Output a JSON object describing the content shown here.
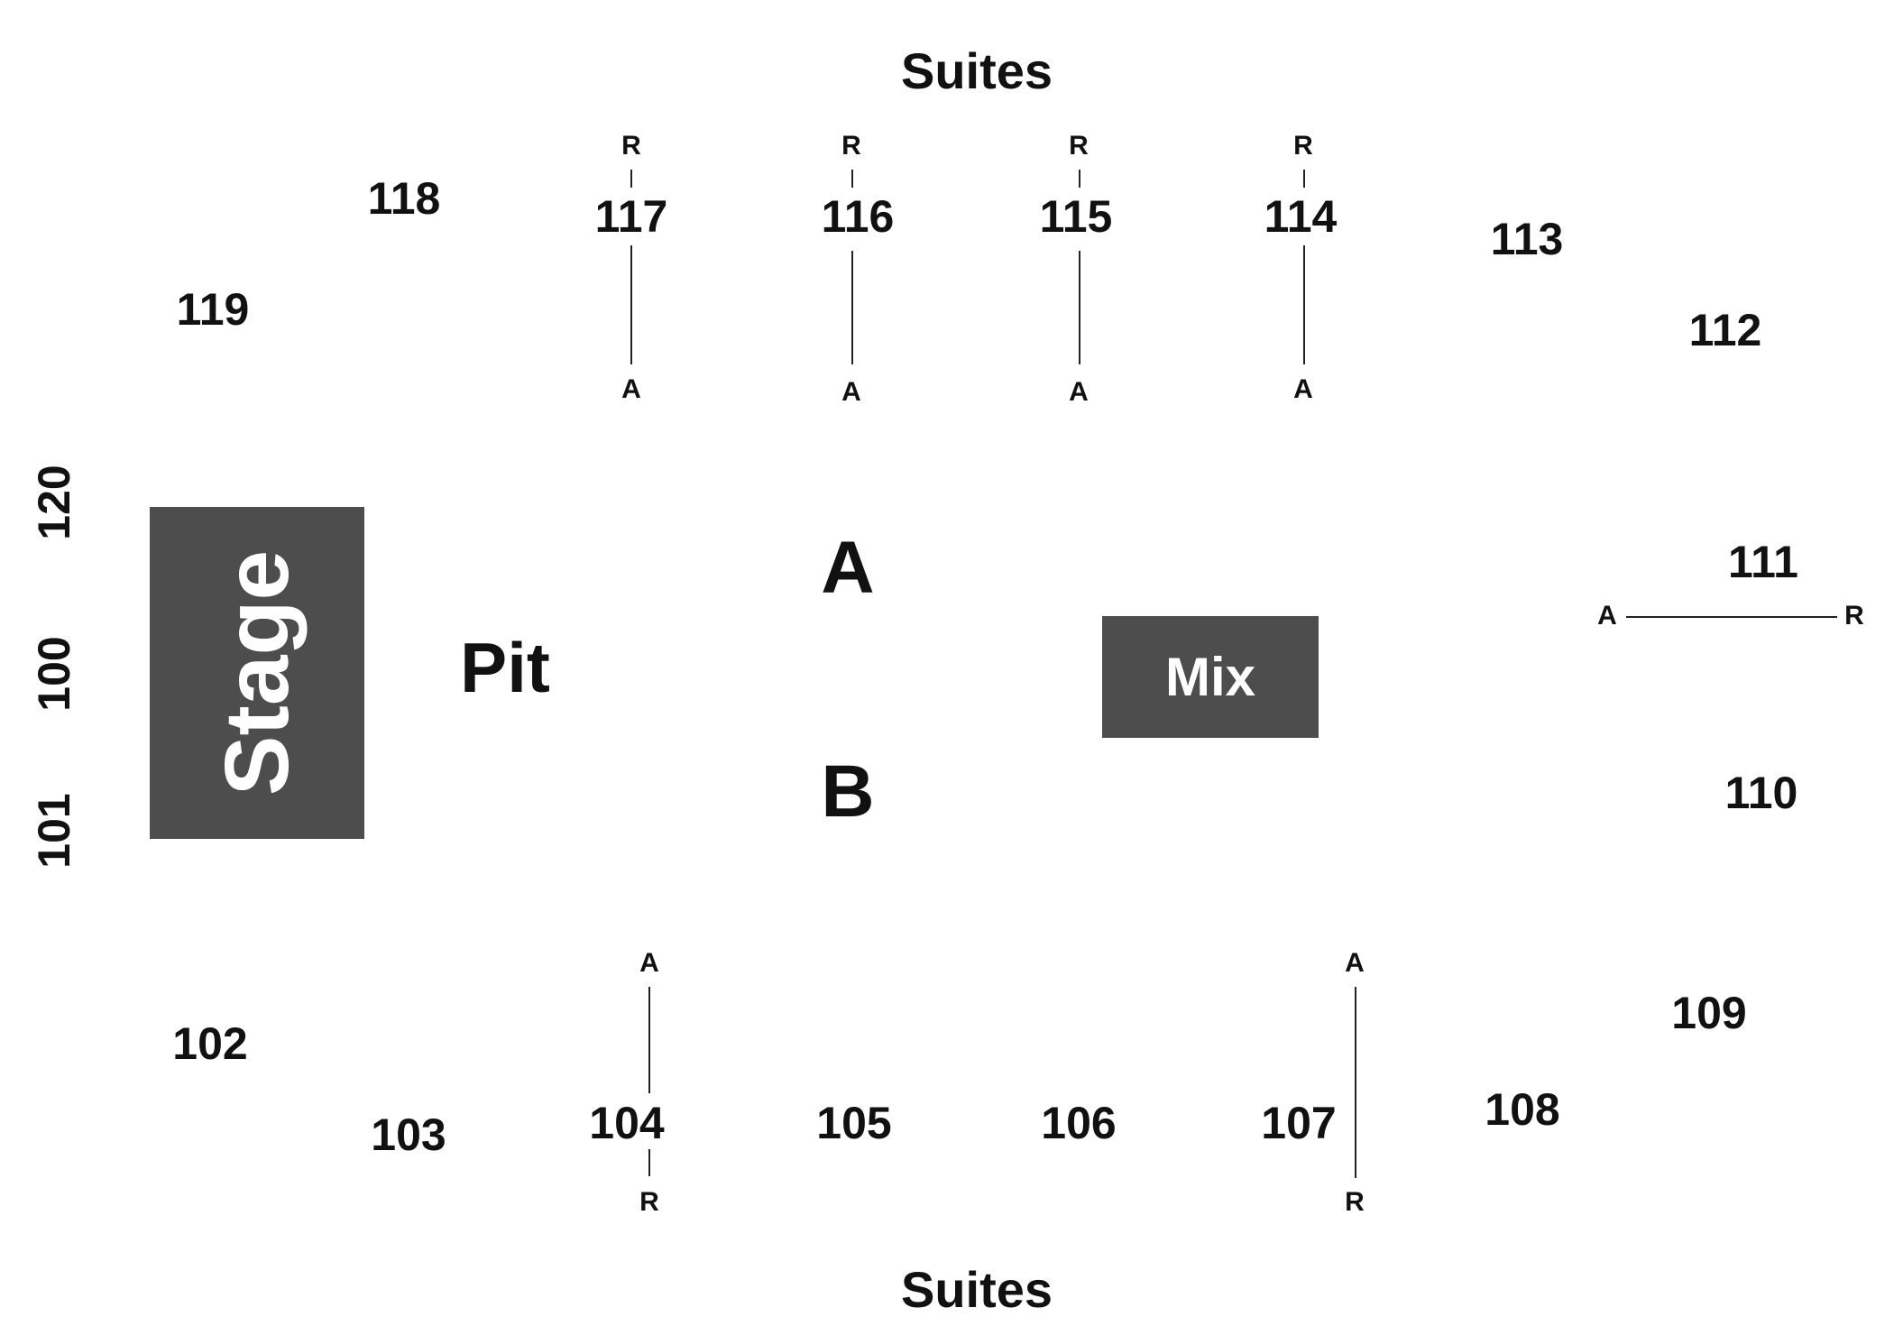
{
  "suites": {
    "top": "Suites",
    "bottom": "Suites"
  },
  "stage": {
    "label": "Stage",
    "color": "#4d4d4d"
  },
  "mix": {
    "label": "Mix",
    "color": "#4d4d4d"
  },
  "floor": {
    "pit": "Pit",
    "a": "A",
    "b": "B"
  },
  "sections": {
    "s100": "100",
    "s101": "101",
    "s102": "102",
    "s103": "103",
    "s104": "104",
    "s105": "105",
    "s106": "106",
    "s107": "107",
    "s108": "108",
    "s109": "109",
    "s110": "110",
    "s111": "111",
    "s112": "112",
    "s113": "113",
    "s114": "114",
    "s115": "115",
    "s116": "116",
    "s117": "117",
    "s118": "118",
    "s119": "119",
    "s120": "120"
  },
  "row_markers": {
    "first": "A",
    "last": "R"
  }
}
